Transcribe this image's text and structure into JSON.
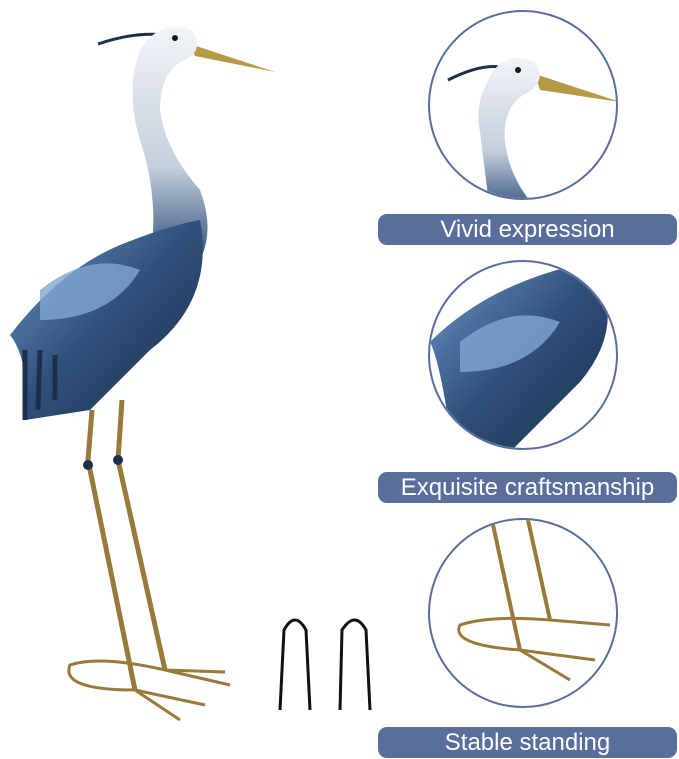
{
  "product": {
    "features": [
      {
        "label": "Vivid expression",
        "detail": "head"
      },
      {
        "label": "Exquisite craftsmanship",
        "detail": "wings"
      },
      {
        "label": "Stable standing",
        "detail": "feet"
      }
    ],
    "colors": {
      "accent": "#5a6e9c",
      "body_blue": "#2f4f7a",
      "neck_white": "#e4e8ef",
      "legs_gold": "#9a7a3a",
      "beak_gold": "#b59a45"
    }
  }
}
